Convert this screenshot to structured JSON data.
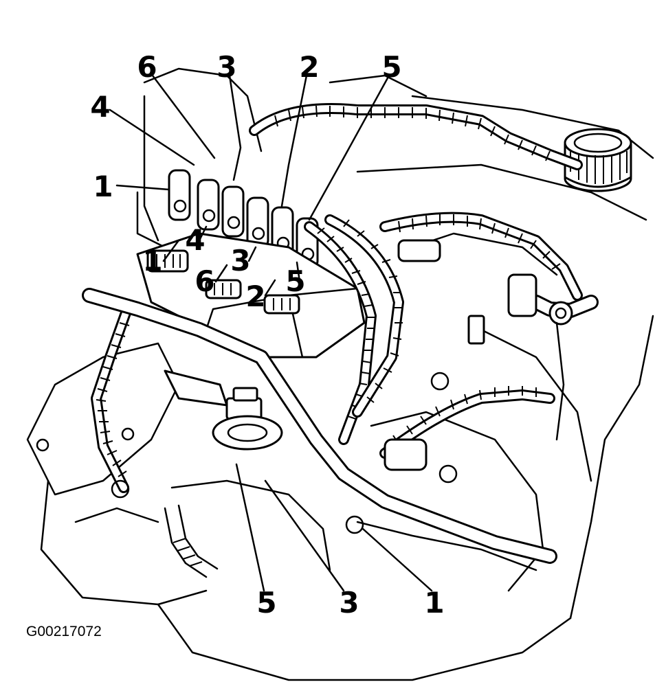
{
  "figure_code": "G00217072",
  "callouts": {
    "coil_top": [
      "6",
      "3",
      "2",
      "5"
    ],
    "wire_left_4": "4",
    "wire_left_1": "1",
    "coil_mid_4": "4",
    "coil_mid_1": "1",
    "coil_mid_3": "3",
    "coil_mid_5": "5",
    "coil_mid_6": "6",
    "coil_mid_2": "2",
    "bottom": [
      "5",
      "3",
      "1"
    ]
  }
}
